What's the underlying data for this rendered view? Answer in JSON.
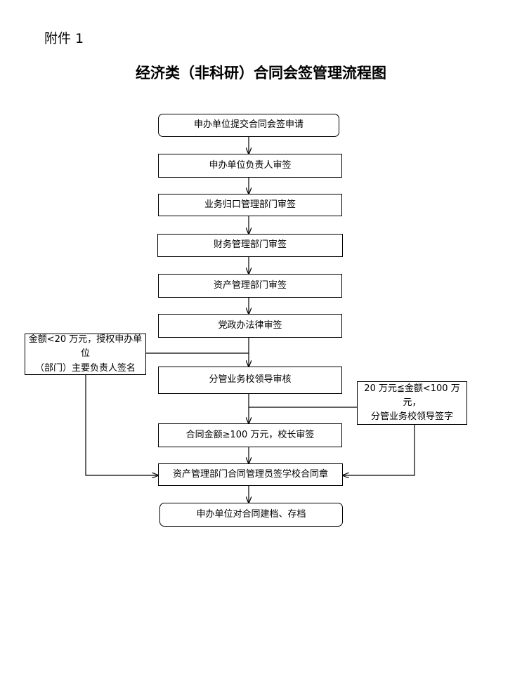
{
  "header": {
    "attachment_label": "附件 1",
    "title": "经济类（非科研）合同会签管理流程图"
  },
  "flow": {
    "step1": "申办单位提交合同会签申请",
    "step2": "申办单位负责人审签",
    "step3": "业务归口管理部门审签",
    "step4": "财务管理部门审签",
    "step5": "资产管理部门审签",
    "step6": "党政办法律审签",
    "step7": "分管业务校领导审核",
    "step8": "合同金额≥100 万元，校长审签",
    "step9": "资产管理部门合同管理员签学校合同章",
    "step10": "申办单位对合同建档、存档",
    "side_left_line1": "金额<20 万元，授权申办单位",
    "side_left_line2": "（部门）主要负责人签名",
    "side_right_line1": "20 万元≦金额<100 万元，",
    "side_right_line2": "分管业务校领导签字"
  }
}
